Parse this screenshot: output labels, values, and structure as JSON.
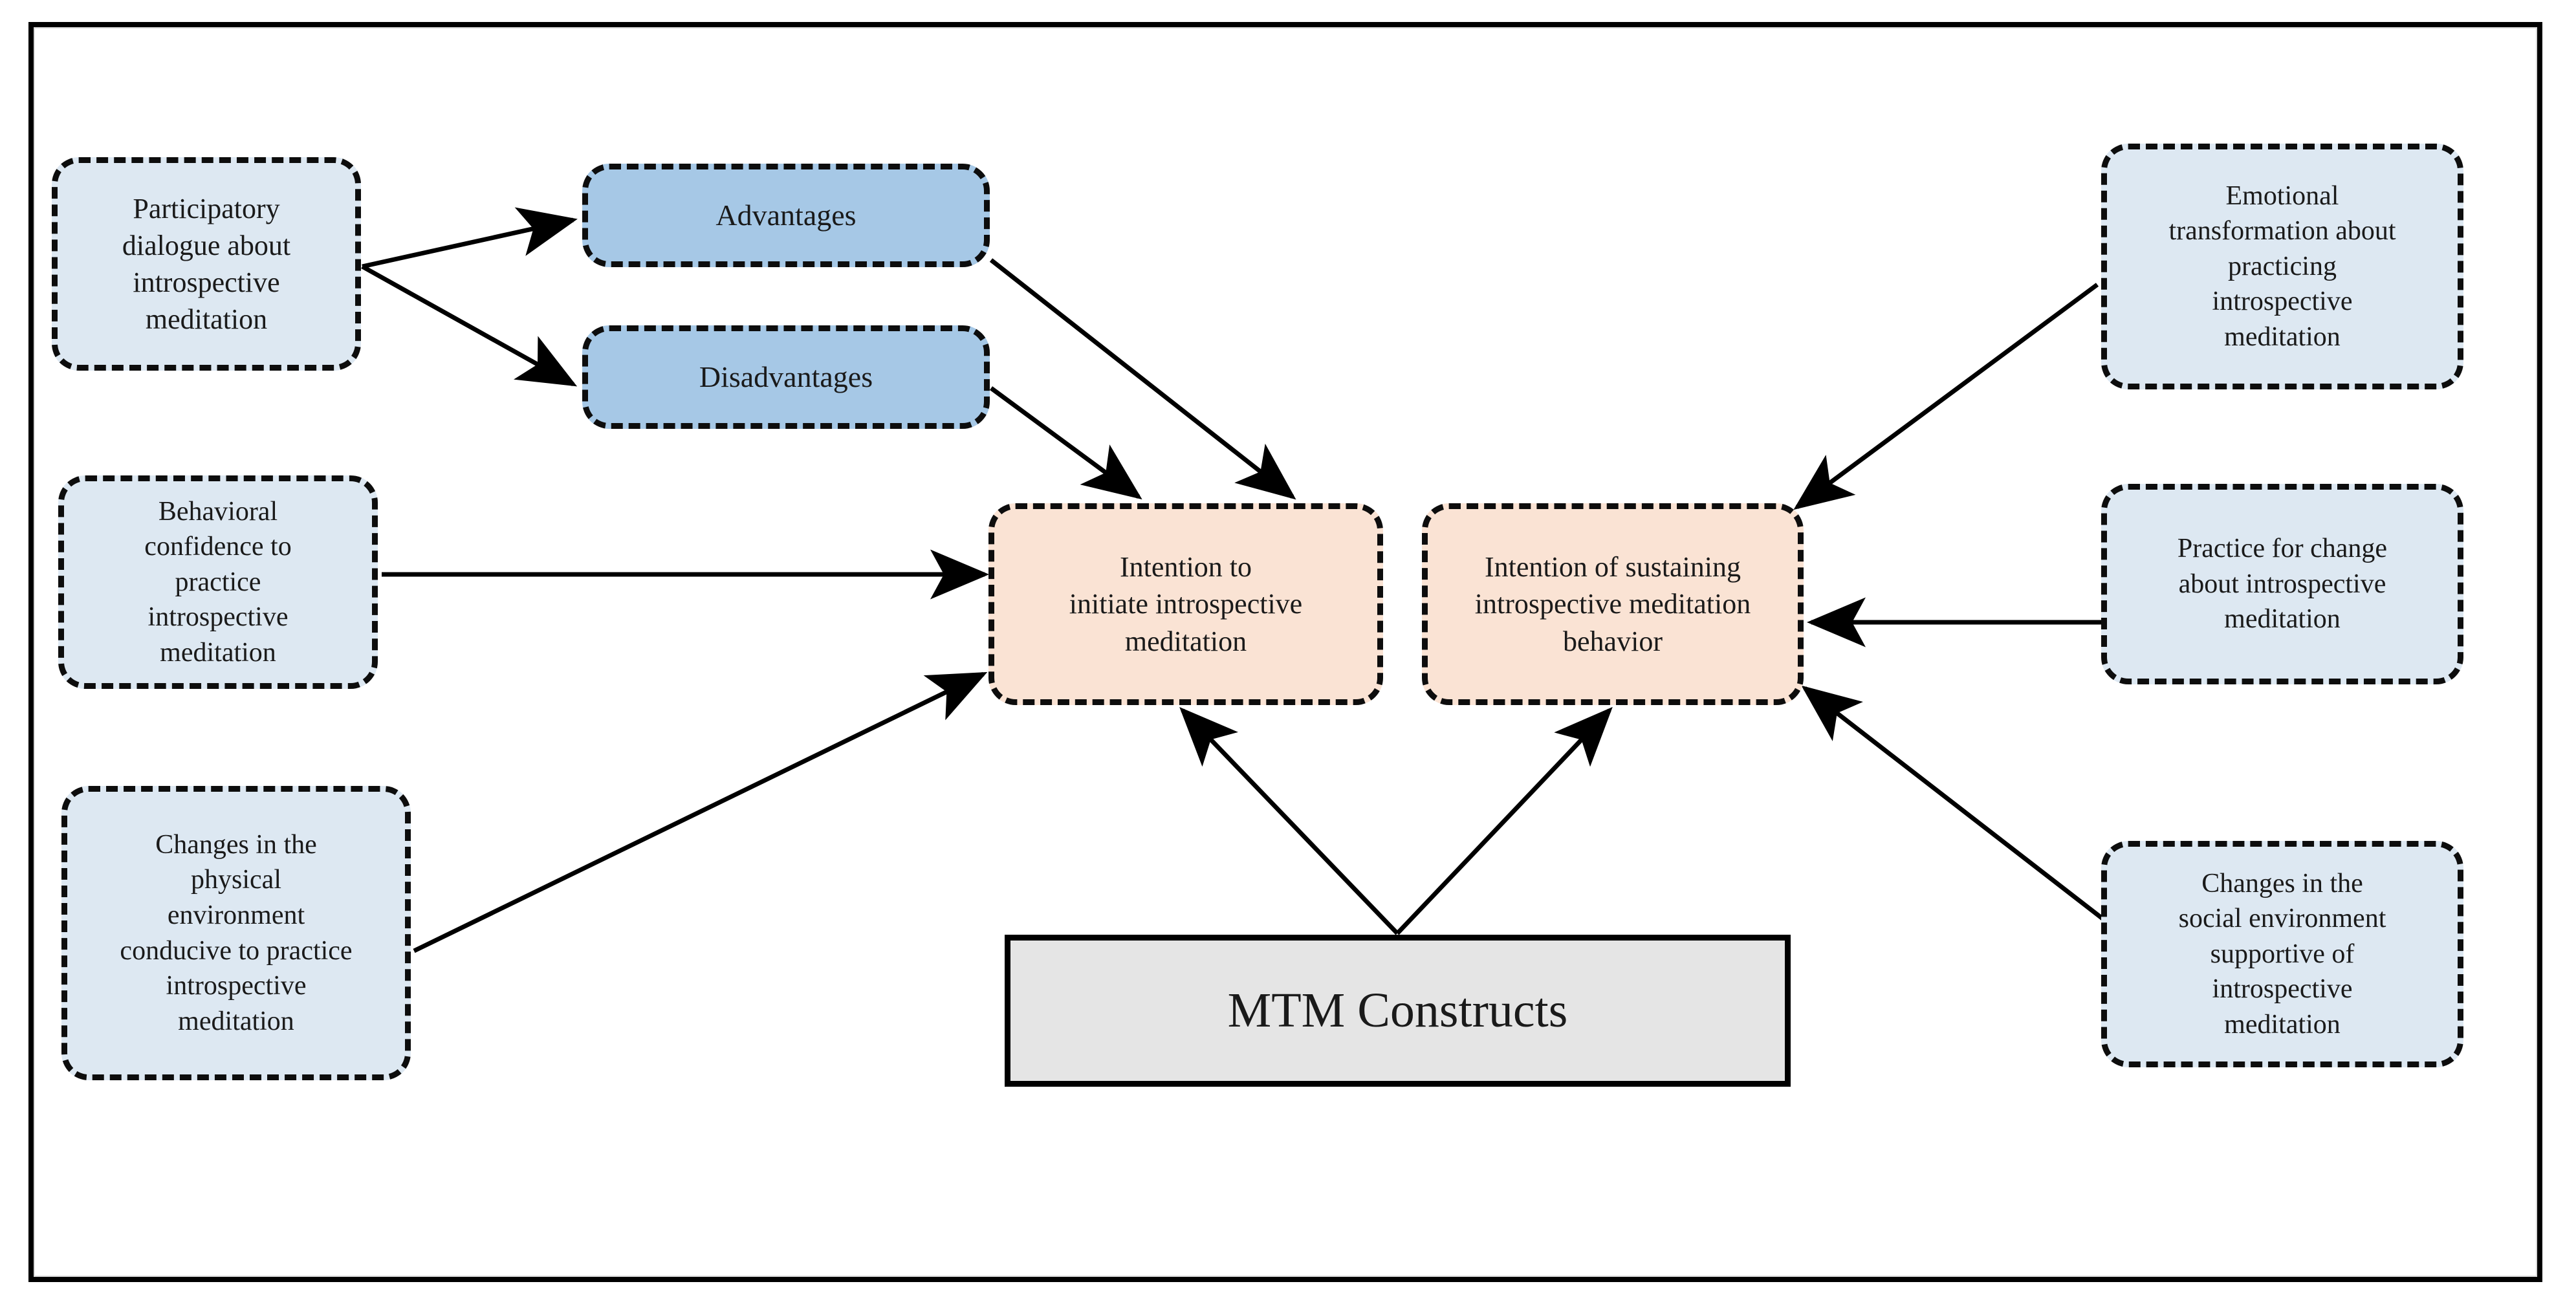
{
  "diagram": {
    "title": "MTM Constructs model for introspective meditation",
    "background": "#ffffff",
    "frame_color": "#000000",
    "colors": {
      "blue_light": "#dde8f2",
      "blue_mid": "#a6c8e6",
      "peach": "#fae3d4",
      "gray": "#e5e5e5",
      "line": "#000000"
    }
  },
  "nodes": {
    "participatory": {
      "label": "Participatory\ndialogue about\nintrospective\nmeditation",
      "fill": "#dde8f2",
      "border_style": "dashed"
    },
    "behavioral_confidence": {
      "label": "Behavioral\nconfidence to\npractice\nintrospective\nmeditation",
      "fill": "#dde8f2",
      "border_style": "dashed"
    },
    "physical_environment": {
      "label": "Changes in the\nphysical\nenvironment\nconducive to practice\nintrospective\nmeditation",
      "fill": "#dde8f2",
      "border_style": "dashed"
    },
    "advantages": {
      "label": "Advantages",
      "fill": "#a6c8e6",
      "border_style": "dashed"
    },
    "disadvantages": {
      "label": "Disadvantages",
      "fill": "#a6c8e6",
      "border_style": "dashed"
    },
    "intention_initiate": {
      "label": "Intention to\ninitiate introspective\nmeditation",
      "fill": "#fae3d4",
      "border_style": "dashed"
    },
    "intention_sustain": {
      "label": "Intention of sustaining\nintrospective meditation\nbehavior",
      "fill": "#fae3d4",
      "border_style": "dashed"
    },
    "emotional_transformation": {
      "label": "Emotional\ntransformation about\npracticing\nintrospective\nmeditation",
      "fill": "#dde8f2",
      "border_style": "dashed"
    },
    "practice_for_change": {
      "label": "Practice for change\nabout introspective\nmeditation",
      "fill": "#dde8f2",
      "border_style": "dashed"
    },
    "social_environment": {
      "label": "Changes in the\nsocial environment\nsupportive of\nintrospective\nmeditation",
      "fill": "#dde8f2",
      "border_style": "dashed"
    },
    "mtm_constructs": {
      "label": "MTM Constructs",
      "fill": "#e5e5e5",
      "border_style": "solid"
    }
  },
  "edges": [
    {
      "from": "participatory",
      "to": "advantages",
      "style": "arrow"
    },
    {
      "from": "participatory",
      "to": "disadvantages",
      "style": "arrow"
    },
    {
      "from": "advantages",
      "to": "intention_initiate",
      "style": "arrow"
    },
    {
      "from": "disadvantages",
      "to": "intention_initiate",
      "style": "arrow"
    },
    {
      "from": "behavioral_confidence",
      "to": "intention_initiate",
      "style": "arrow"
    },
    {
      "from": "physical_environment",
      "to": "intention_initiate",
      "style": "arrow"
    },
    {
      "from": "mtm_constructs",
      "to": "intention_initiate",
      "style": "arrow"
    },
    {
      "from": "mtm_constructs",
      "to": "intention_sustain",
      "style": "arrow"
    },
    {
      "from": "emotional_transformation",
      "to": "intention_sustain",
      "style": "arrow"
    },
    {
      "from": "practice_for_change",
      "to": "intention_sustain",
      "style": "arrow"
    },
    {
      "from": "social_environment",
      "to": "intention_sustain",
      "style": "arrow"
    }
  ]
}
